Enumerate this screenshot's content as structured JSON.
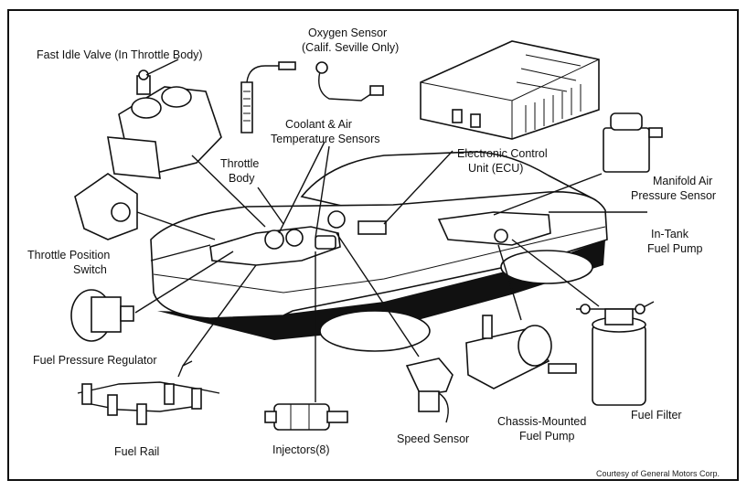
{
  "labels": {
    "fast_idle_valve": "Fast Idle Valve (In Throttle Body)",
    "oxygen_sensor_1": "Oxygen Sensor",
    "oxygen_sensor_2": "(Calif. Seville Only)",
    "coolant_1": "Coolant & Air",
    "coolant_2": "Temperature Sensors",
    "throttle_body_1": "Throttle",
    "throttle_body_2": "Body",
    "ecu_1": "Electronic Control",
    "ecu_2": "Unit (ECU)",
    "map_1": "Manifold Air",
    "map_2": "Pressure Sensor",
    "tps_1": "Throttle Position",
    "tps_2": "Switch",
    "in_tank_1": "In-Tank",
    "in_tank_2": "Fuel Pump",
    "fuel_pressure_regulator": "Fuel Pressure Regulator",
    "fuel_rail": "Fuel Rail",
    "injectors": "Injectors(8)",
    "speed_sensor": "Speed Sensor",
    "chassis_pump_1": "Chassis-Mounted",
    "chassis_pump_2": "Fuel Pump",
    "fuel_filter": "Fuel Filter"
  },
  "credit": "Courtesy of General Motors Corp."
}
